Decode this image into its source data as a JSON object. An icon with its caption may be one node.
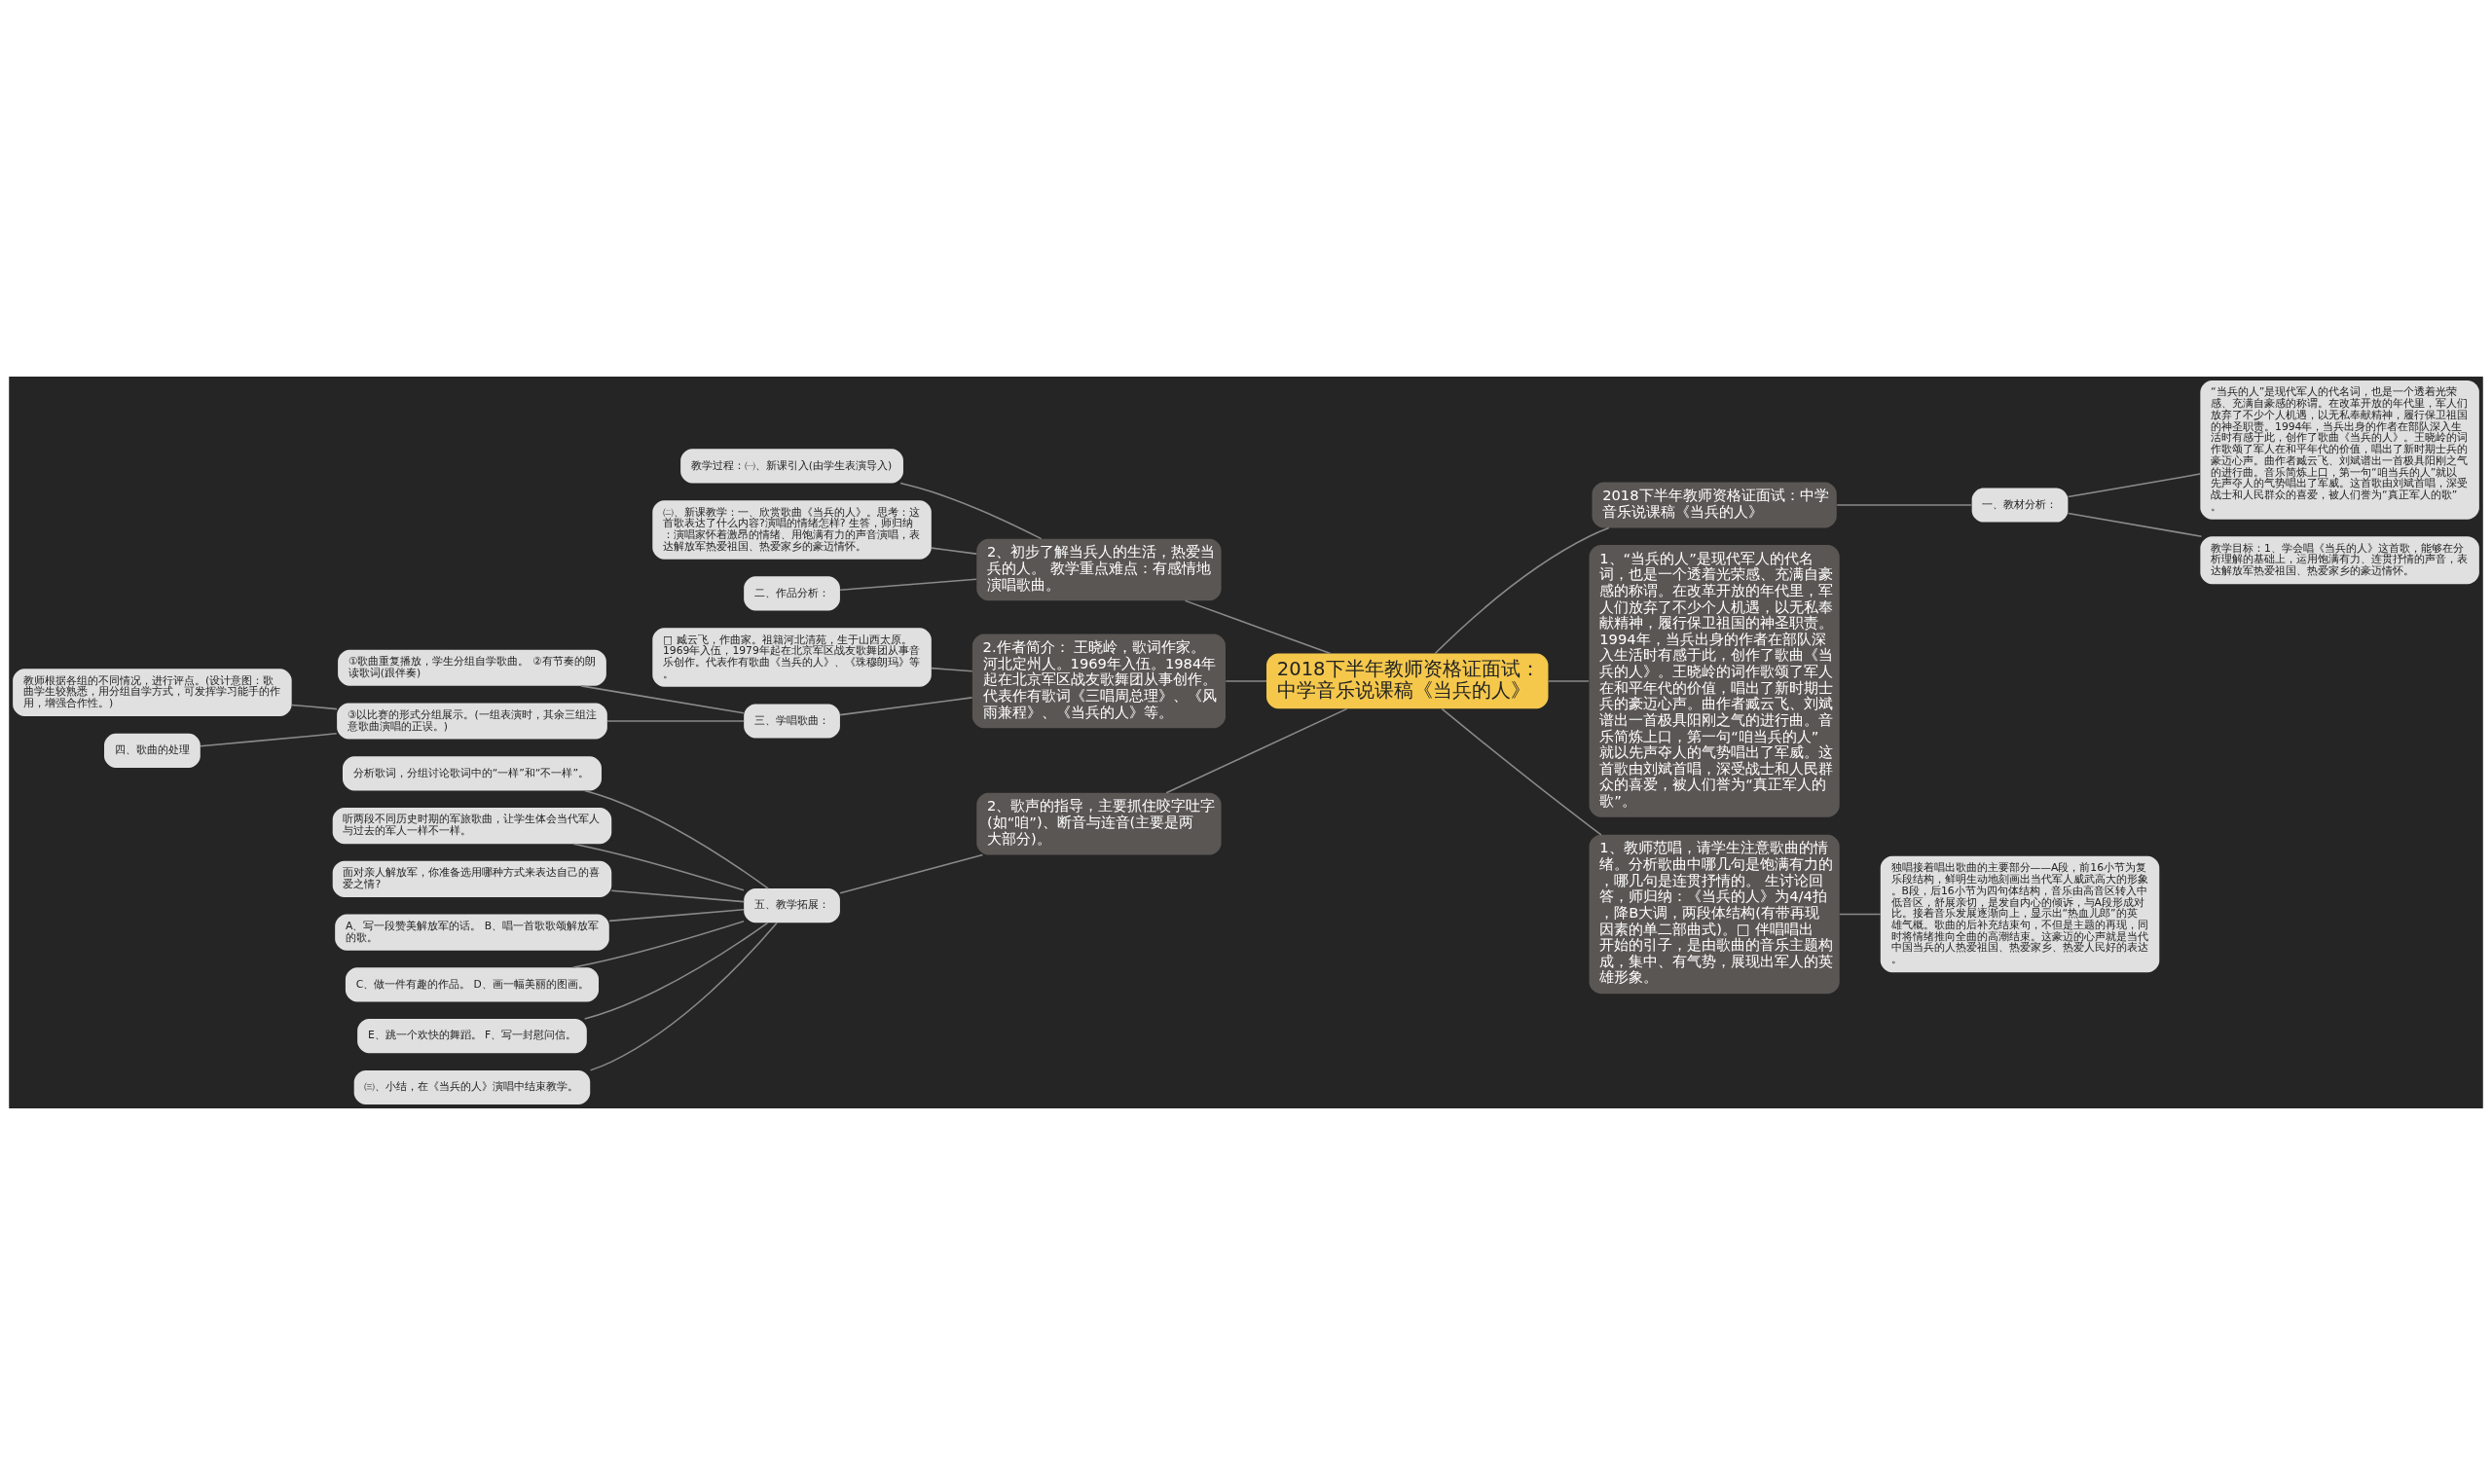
{
  "diagram": {
    "nodes": [
      {
        "text": [
          "2018下半年教师资格证面试：中学音乐说课稿《当兵的人》"
        ]
      },
      {
        "text": [
          "2、初步了解当兵人的生活，热爱当兵的人。 教学重点难点：有感情地演唱歌曲。"
        ]
      },
      {
        "text": [
          "教学过程：㈠、新课引入(由学生表演导入)"
        ]
      },
      {
        "text": [
          "㈡、新课教学：一、欣赏歌曲《当兵的人》。思考：这首歌表达了什么内容?演唱的情绪怎样? 生答，师归纳：演唱家怀着激昂的情绪、用饱满有力的声音演唱，表达解放军热爱祖国、热爱家乡的豪迈情怀。"
        ]
      },
      {
        "text": [
          "二、作品分析："
        ]
      },
      {
        "text": [
          "2.作者简介： 王晓岭，歌词作家。河北定州人。1969年入伍。1984年起在北京军区战友歌舞团从事创作。代表作有歌词《三唱周总理》、《风雨兼程》、《当兵的人》等。"
        ]
      },
      {
        "text": [
          "□ 臧云飞，作曲家。祖籍河北清苑，生于山西太原。1969年入伍，1979年起在北京军区战友歌舞团从事音乐创作。代表作有歌曲《当兵的人》、《珠穆朗玛》等。"
        ]
      },
      {
        "text": [
          "三、学唱歌曲："
        ]
      },
      {
        "text": [
          "①歌曲重复播放，学生分组自学歌曲。 ②有节奏的朗读歌词(跟伴奏)"
        ]
      },
      {
        "text": [
          "③以比赛的形式分组展示。(一组表演时，其余三组注意歌曲演唱的正误。)"
        ]
      },
      {
        "text": [
          "教师根据各组的不同情况，进行评点。(设计意图：歌曲学生较熟悉，用分组自学方式，可发挥学习能手的作用，增强合作性。)"
        ]
      },
      {
        "text": [
          "四、歌曲的处理"
        ]
      },
      {
        "text": [
          "2、歌声的指导，主要抓住咬字吐字(如“咱”)、断音与连音(主要是两大部分)。"
        ]
      },
      {
        "text": [
          "五、教学拓展："
        ]
      },
      {
        "text": [
          "分析歌词，分组讨论歌词中的“一样”和“不一样”。"
        ]
      },
      {
        "text": [
          "听两段不同历史时期的军旅歌曲，让学生体会当代军人与过去的军人一样不一样。"
        ]
      },
      {
        "text": [
          "面对亲人解放军，你准备选用哪种方式来表达自己的喜爱之情?"
        ]
      },
      {
        "text": [
          "A、写一段赞美解放军的话。 B、唱一首歌歌颂解放军的歌。"
        ]
      },
      {
        "text": [
          "C、做一件有趣的作品。 D、画一幅美丽的图画。"
        ]
      },
      {
        "text": [
          "E、跳一个欢快的舞蹈。 F、写一封慰问信。"
        ]
      },
      {
        "text": [
          "㈢、小结，在《当兵的人》演唱中结束教学。"
        ]
      },
      {
        "text": [
          "2018下半年教师资格证面试：中学音乐说课稿《当兵的人》"
        ]
      },
      {
        "text": [
          "一、教材分析："
        ]
      },
      {
        "text": [
          "“当兵的人”是现代军人的代名词，也是一个透着光荣感、充满自豪感的称谓。在改革开放的年代里，军人们放弃了不少个人机遇，以无私奉献精神，履行保卫祖国的神圣职责。1994年，当兵出身的作者在部队深入生活时有感于此，创作了歌曲《当兵的人》。王晓岭的词作歌颂了军人在和平年代的价值，唱出了新时期士兵的豪迈心声。曲作者臧云飞、刘斌谱出一首极具阳刚之气的进行曲。音乐简炼上口，第一句“咱当兵的人”就以先声夺人的气势唱出了军威。这首歌由刘斌首唱，深受战士和人民群众的喜爱，被人们誉为“真正军人的歌”。"
        ]
      },
      {
        "text": [
          "教学目标：1、学会唱《当兵的人》这首歌，能够在分析理解的基础上，运用饱满有力、连贯抒情的声音，表达解放军热爱祖国、热爱家乡的豪迈情怀。"
        ]
      },
      {
        "text": [
          "1、“当兵的人”是现代军人的代名词，也是一个透着光荣感、充满自豪感的称谓。在改革开放的年代里，军人们放弃了不少个人机遇，以无私奉献精神，履行保卫祖国的神圣职责。1994年，当兵出身的作者在部队深入生活时有感于此，创作了歌曲《当兵的人》。王晓岭的词作歌颂了军人在和平年代的价值，唱出了新时期士兵的豪迈心声。曲作者臧云飞、刘斌谱出一首极具阳刚之气的进行曲。音乐简炼上口，第一句“咱当兵的人”就以先声夺人的气势唱出了军威。这首歌由刘斌首唱，深受战士和人民群众的喜爱，被人们誉为“真正军人的歌”。"
        ]
      },
      {
        "text": [
          "1、教师范唱，请学生注意歌曲的情绪。分析歌曲中哪几句是饱满有力的，哪几句是连贯抒情的。 生讨论回答，师归纳：《当兵的人》为4/4拍，降B大调，两段体结构(有带再现因素的单二部曲式)。□ 伴唱唱出开始的引子，是由歌曲的音乐主题构成，集中、有气势，展现出军人的英雄形象。"
        ]
      },
      {
        "text": [
          "独唱接着唱出歌曲的主要部分——A段，前16小节为复乐段结构，鲜明生动地刻画出当代军人威武高大的形象。B段，后16小节为四句体结构，音乐由高音区转入中低音区，舒展亲切，是发自内心的倾诉，与A段形成对比。接着音乐发展逐渐向上，显示出“热血儿郎”的英雄气概。歌曲的后补充结束句，不但是主题的再现，同时将情绪推向全曲的高潮结束。这豪迈的心声就是当代中国当兵的人热爱祖国、热爱家乡、热爱人民好的表达。"
        ]
      }
    ],
    "edges": [
      {
        "from": 0,
        "to": 1,
        "arrow": "none"
      },
      {
        "from": 1,
        "to": 2,
        "arrow": "none"
      },
      {
        "from": 1,
        "to": 3,
        "arrow": "none"
      },
      {
        "from": 1,
        "to": 4,
        "arrow": "none"
      },
      {
        "from": 0,
        "to": 5,
        "arrow": "none"
      },
      {
        "from": 5,
        "to": 6,
        "arrow": "none"
      },
      {
        "from": 5,
        "to": 7,
        "arrow": "none"
      },
      {
        "from": 7,
        "to": 8,
        "arrow": "none"
      },
      {
        "from": 7,
        "to": 9,
        "arrow": "none"
      },
      {
        "from": 9,
        "to": 10,
        "arrow": "none"
      },
      {
        "from": 9,
        "to": 11,
        "arrow": "none"
      },
      {
        "from": 0,
        "to": 12,
        "arrow": "none"
      },
      {
        "from": 12,
        "to": 13,
        "arrow": "none"
      },
      {
        "from": 13,
        "to": 14,
        "arrow": "none"
      },
      {
        "from": 13,
        "to": 15,
        "arrow": "none"
      },
      {
        "from": 13,
        "to": 16,
        "arrow": "none"
      },
      {
        "from": 13,
        "to": 17,
        "arrow": "none"
      },
      {
        "from": 13,
        "to": 18,
        "arrow": "none"
      },
      {
        "from": 13,
        "to": 19,
        "arrow": "none"
      },
      {
        "from": 13,
        "to": 20,
        "arrow": "none"
      },
      {
        "from": 0,
        "to": 21,
        "arrow": "none"
      },
      {
        "from": 21,
        "to": 22,
        "arrow": "none"
      },
      {
        "from": 22,
        "to": 23,
        "arrow": "none"
      },
      {
        "from": 22,
        "to": 24,
        "arrow": "none"
      },
      {
        "from": 0,
        "to": 25,
        "arrow": "none"
      },
      {
        "from": 0,
        "to": 26,
        "arrow": "none"
      },
      {
        "from": 26,
        "to": 27,
        "arrow": "none"
      }
    ]
  }
}
